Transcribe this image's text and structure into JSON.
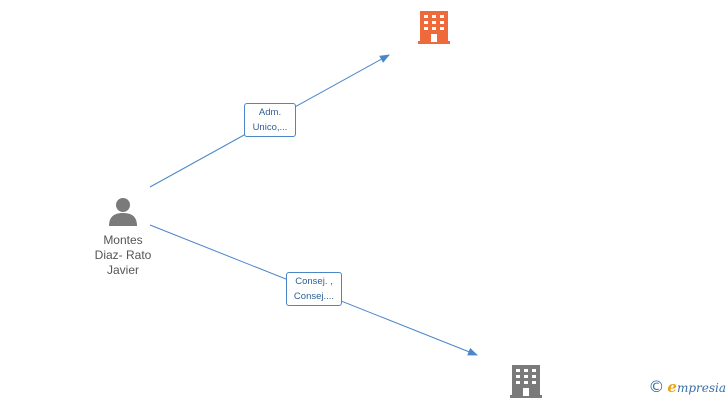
{
  "colors": {
    "edge": "#4a86c8",
    "company_highlight": "#ef6a3a",
    "company_default": "#7a7a7a",
    "person": "#7a7a7a"
  },
  "nodes": {
    "person": {
      "icon": "person-icon",
      "name_lines": [
        "Montes",
        "Diaz- Rato",
        "Javier"
      ]
    },
    "company_top": {
      "icon": "building-icon"
    },
    "company_bottom": {
      "icon": "building-icon"
    }
  },
  "edges": [
    {
      "from": "person",
      "to": "company_top",
      "label_lines": [
        "Adm.",
        "Unico,..."
      ]
    },
    {
      "from": "person",
      "to": "company_bottom",
      "label_lines": [
        "Consej. ,",
        "Consej...."
      ]
    }
  ],
  "brand": {
    "copyright": "©",
    "initial": "e",
    "name_rest": "mpresia"
  }
}
